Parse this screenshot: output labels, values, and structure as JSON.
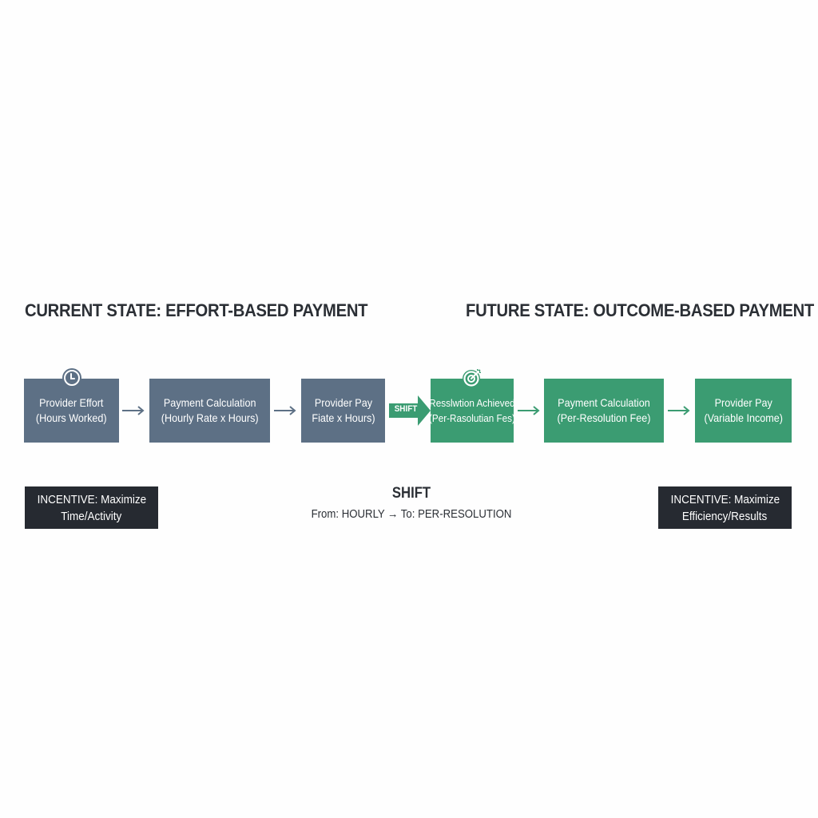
{
  "colors": {
    "background": "#fefefe",
    "current_box": "#5d7085",
    "future_box": "#3b9c72",
    "incentive_box": "#262a31",
    "title_text": "#2b2f35",
    "arrow_gray": "#5d7085",
    "arrow_green": "#3b9c72"
  },
  "current_state": {
    "title": "CURRENT STATE: EFFORT-BASED PAYMENT",
    "steps": [
      {
        "line1": "Provider Effort",
        "line2": "(Hours Worked)",
        "icon": "clock-icon"
      },
      {
        "line1": "Payment Calculation",
        "line2": "(Hourly Rate x Hours)"
      },
      {
        "line1": "Provider Pay",
        "line2": "Fiate x Hours)"
      }
    ],
    "incentive": {
      "line1": "INCENTIVE: Maximize",
      "line2": "Time/Activity"
    }
  },
  "transition": {
    "arrow_label": "SHIFT",
    "heading": "SHIFT",
    "subtext": "From: HOURLY → To: PER-RESOLUTION"
  },
  "future_state": {
    "title": "FUTURE STATE: OUTCOME-BASED PAYMENT",
    "steps": [
      {
        "line1": "Resslwtion Achieved",
        "line2": "(Per-Rasolutian Fes)",
        "icon": "target-icon"
      },
      {
        "line1": "Payment Calculation",
        "line2": "(Per-Resolution Fee)"
      },
      {
        "line1": "Provider Pay",
        "line2": "(Variable Income)"
      }
    ],
    "incentive": {
      "line1": "INCENTIVE: Maximize",
      "line2": "Efficiency/Results"
    }
  }
}
